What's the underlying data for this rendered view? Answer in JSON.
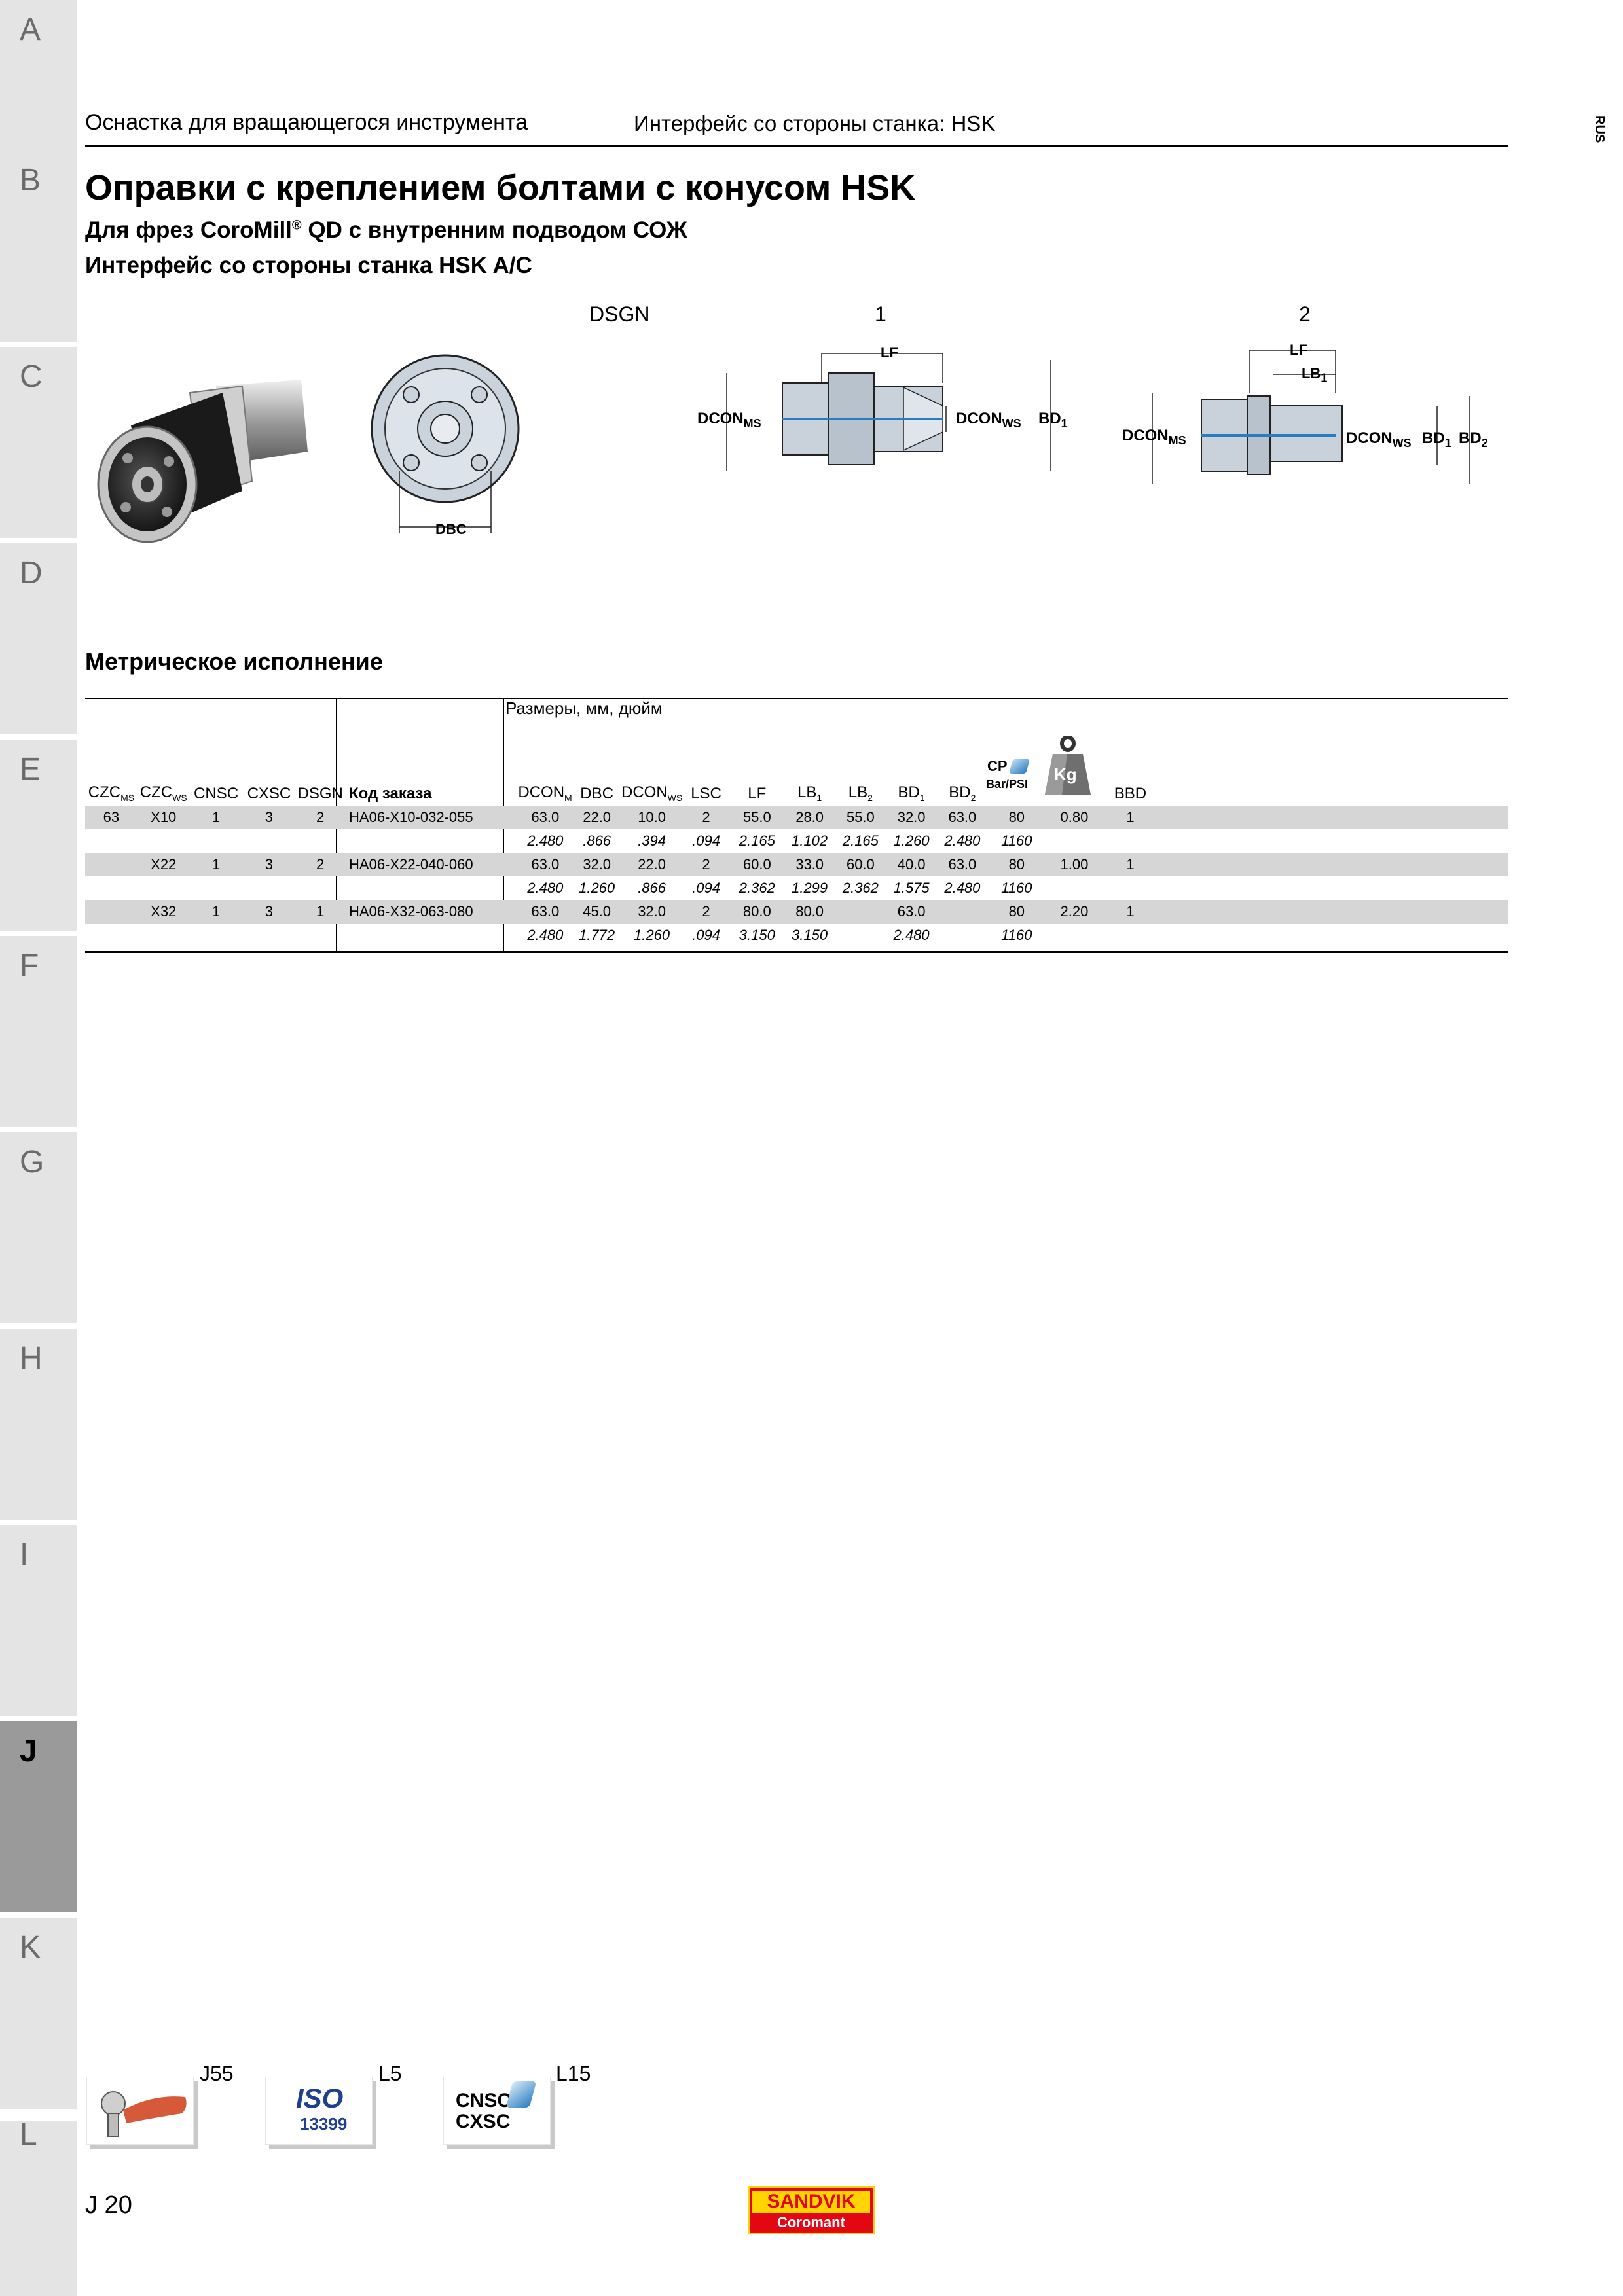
{
  "tabs": [
    "A",
    "B",
    "C",
    "D",
    "E",
    "F",
    "G",
    "H",
    "I",
    "J",
    "K",
    "L"
  ],
  "active_tab": "J",
  "header": {
    "left": "Оснастка для вращающегося инструмента",
    "right": "Интерфейс со стороны станка: HSK",
    "lang": "RUS"
  },
  "title": "Оправки с креплением болтами с конусом HSK",
  "subtitle1_pre": "Для фрез CoroMill",
  "subtitle1_sup": "®",
  "subtitle1_post": " QD с внутренним подводом СОЖ",
  "subtitle2": "Интерфейс со стороны станка HSK A/C",
  "drawings": {
    "dsgn_label": "DSGN",
    "variant1": "1",
    "variant2": "2",
    "dbc": "DBC",
    "lf": "LF",
    "lb": "LB",
    "lb_sub": "1",
    "dcon": "DCON",
    "ms": "MS",
    "ws": "WS",
    "bd": "BD",
    "sub1": "1",
    "sub2": "2"
  },
  "section_title": "Метрическое исполнение",
  "table": {
    "dims_label": "Размеры, мм, дюйм",
    "headers": {
      "czc": "CZC",
      "ms": "MS",
      "ws": "WS",
      "cnsc": "CNSC",
      "cxsc": "CXSC",
      "dsgn": "DSGN",
      "order_code": "Код заказа",
      "dcon": "DCON",
      "dbc": "DBC",
      "lsc": "LSC",
      "lf": "LF",
      "lb": "LB",
      "bd": "BD",
      "sub1": "1",
      "sub2": "2",
      "cp": "CP",
      "bar_psi": "Bar/PSI",
      "kg": "Kg",
      "bbd": "BBD"
    },
    "rows": [
      {
        "czc_ms": "63",
        "czc_ws": "X10",
        "cnsc": "1",
        "cxsc": "3",
        "dsgn": "2",
        "code": "HA06-X10-032-055",
        "metric": [
          "63.0",
          "22.0",
          "10.0",
          "2",
          "55.0",
          "28.0",
          "55.0",
          "32.0",
          "63.0",
          "80",
          "0.80",
          "1"
        ],
        "inch": [
          "2.480",
          ".866",
          ".394",
          ".094",
          "2.165",
          "1.102",
          "2.165",
          "1.260",
          "2.480",
          "1160",
          "",
          ""
        ]
      },
      {
        "czc_ms": "",
        "czc_ws": "X22",
        "cnsc": "1",
        "cxsc": "3",
        "dsgn": "2",
        "code": "HA06-X22-040-060",
        "metric": [
          "63.0",
          "32.0",
          "22.0",
          "2",
          "60.0",
          "33.0",
          "60.0",
          "40.0",
          "63.0",
          "80",
          "1.00",
          "1"
        ],
        "inch": [
          "2.480",
          "1.260",
          ".866",
          ".094",
          "2.362",
          "1.299",
          "2.362",
          "1.575",
          "2.480",
          "1160",
          "",
          ""
        ]
      },
      {
        "czc_ms": "",
        "czc_ws": "X32",
        "cnsc": "1",
        "cxsc": "3",
        "dsgn": "1",
        "code": "HA06-X32-063-080",
        "metric": [
          "63.0",
          "45.0",
          "32.0",
          "2",
          "80.0",
          "80.0",
          "",
          "63.0",
          "",
          "80",
          "2.20",
          "1"
        ],
        "inch": [
          "2.480",
          "1.772",
          "1.260",
          ".094",
          "3.150",
          "3.150",
          "",
          "2.480",
          "",
          "1160",
          "",
          ""
        ]
      }
    ]
  },
  "footer": {
    "refs": [
      "J55",
      "L5",
      "L15"
    ],
    "iso_icon": "ISO",
    "iso_number": "13399",
    "cnsc_icon": "CNSC",
    "cxsc_icon": "CXSC",
    "page": "J 20",
    "logo_top": "SANDVIK",
    "logo_bottom": "Coromant"
  },
  "colors": {
    "tab_gray": "#e4e4e4",
    "tab_active": "#9a9a9a",
    "row_shade": "#d6d6d6",
    "drawing_blue": "#2b7bbf",
    "logo_red": "#e30613",
    "logo_yellow": "#ffd400"
  }
}
